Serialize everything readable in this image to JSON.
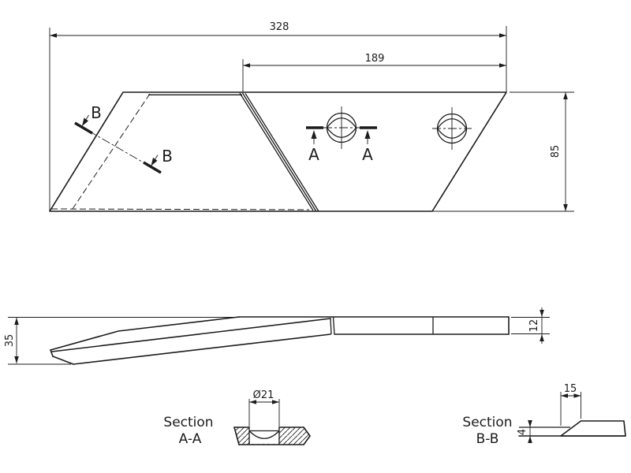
{
  "drawing": {
    "background_color": "#ffffff",
    "ink_color": "#1c1c1c",
    "top_view": {
      "dim_overall_length": "328",
      "dim_mount_length": "189",
      "dim_width": "85",
      "cut_marks_a": [
        "A",
        "A"
      ],
      "cut_marks_b": [
        "B",
        "B"
      ]
    },
    "side_view": {
      "dim_tip_height": "35",
      "dim_plate_thickness": "12"
    },
    "section_a": {
      "title_line1": "Section",
      "title_line2": "A-A",
      "dim_hole_diameter": "Ø21"
    },
    "section_b": {
      "title_line1": "Section",
      "title_line2": "B-B",
      "dim_bevel_width": "15",
      "dim_edge_thickness": "4"
    }
  }
}
